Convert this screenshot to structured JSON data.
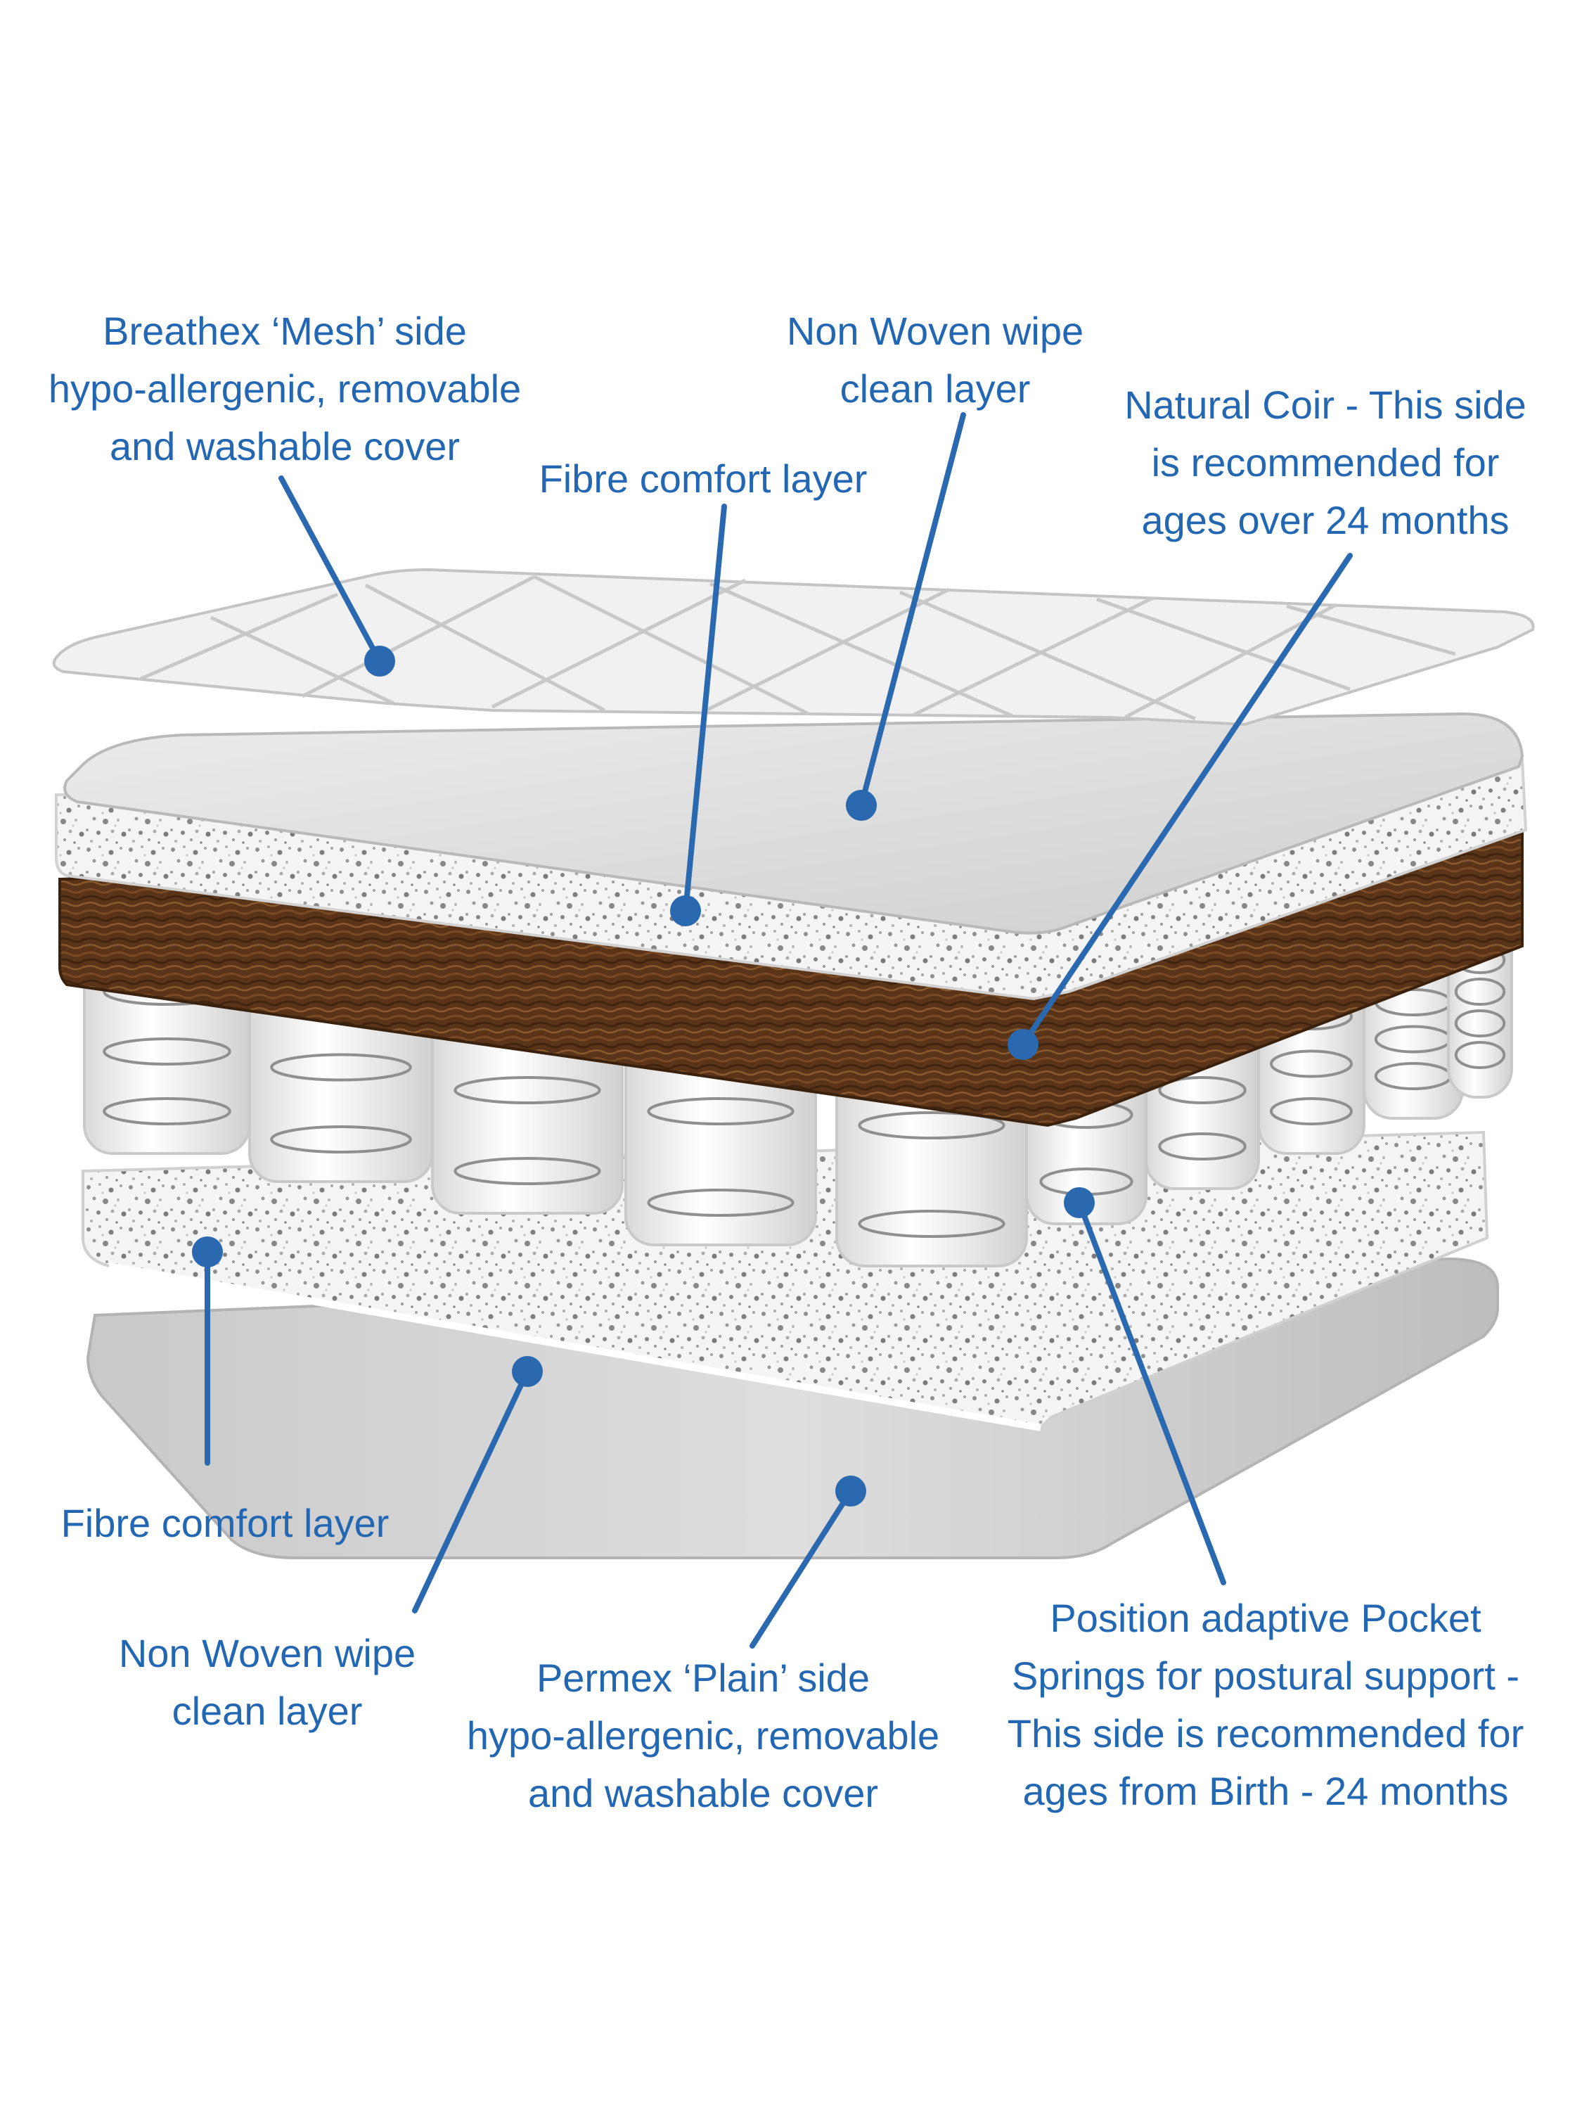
{
  "accent_color": "#2367b3",
  "colors": {
    "label_text": "#2367b3",
    "leader_line": "#2a68b0",
    "coir": "#5b3518",
    "fibre_speckle": "#9a9a9a",
    "cover": "#d8d8d8"
  },
  "callouts": {
    "breathex_mesh_cover": {
      "lines": [
        "Breathex ‘Mesh’ side",
        "hypo-allergenic, removable",
        "and washable cover"
      ]
    },
    "top_non_woven_layer": {
      "lines": [
        "Non Woven wipe",
        "clean layer"
      ]
    },
    "natural_coir": {
      "lines": [
        "Natural Coir - This side",
        "is recommended for",
        "ages over 24 months"
      ]
    },
    "top_fibre_comfort_layer": {
      "lines": [
        "Fibre comfort layer"
      ]
    },
    "bottom_fibre_comfort_layer": {
      "lines": [
        "Fibre comfort layer"
      ]
    },
    "bottom_non_woven_layer": {
      "lines": [
        "Non Woven wipe",
        "clean layer"
      ]
    },
    "permex_plain_cover": {
      "lines": [
        "Permex ‘Plain’ side",
        "hypo-allergenic, removable",
        "and washable cover"
      ]
    },
    "pocket_springs": {
      "lines": [
        "Position adaptive Pocket",
        "Springs for postural support -",
        "This side is recommended for",
        "ages from Birth - 24 months"
      ]
    }
  }
}
